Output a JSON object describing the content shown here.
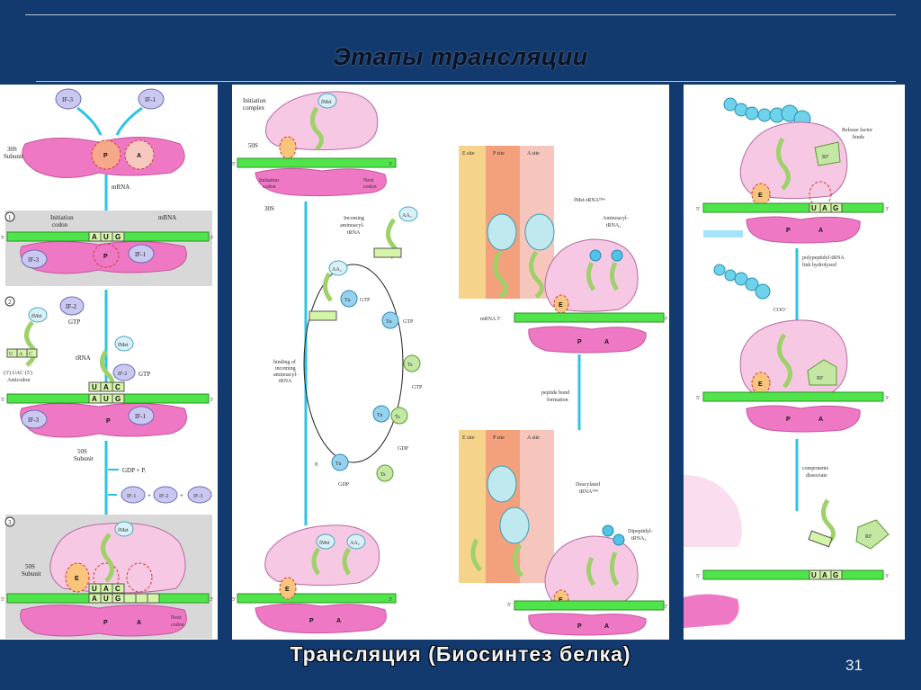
{
  "slide": {
    "title": "Этапы трансляции",
    "subtitle": "Трансляция (Биосинтез белка)",
    "page_number": "31"
  },
  "panel1": {
    "if3": "IF-3",
    "if1": "IF-1",
    "if2": "IF-2",
    "subunit_30s": "30S",
    "subunit_word": "Subunit",
    "subunit_50s": "50S",
    "mrna": "mRNA",
    "initiation_codon": "Initiation",
    "codon_word": "codon",
    "step1": "1",
    "step2": "2",
    "step3": "3",
    "fmet": "fMet",
    "gtp": "GTP",
    "trna": "tRNA",
    "uac_anticodon": "(3') UAC (5')",
    "anticodon": "Anticodon",
    "gdp_pi": "GDP + Pᵢ",
    "plus": "+",
    "next": "Next",
    "p": "P",
    "a": "A",
    "e": "E",
    "five": "5'",
    "three": "3'",
    "aug": [
      "A",
      "U",
      "G"
    ],
    "uac": [
      "U",
      "A",
      "C"
    ]
  },
  "panel2": {
    "initiation": "Initiation",
    "complex": "complex",
    "s50": "50S",
    "s30": "30S",
    "initiation_codon": "Initiation",
    "codon": "codon",
    "next": "Next",
    "incoming1": "Incoming",
    "incoming2": "aminoacyl-",
    "incoming3": "tRNA",
    "aa2": "AA₂",
    "tu": "Tu",
    "ts": "Ts",
    "gtp": "GTP",
    "gdp": "GDP",
    "pi": "Pᵢ",
    "binding1": "binding of",
    "binding2": "incoming",
    "binding3": "aminoacyl-",
    "binding4": "tRNA",
    "e_site": "E site",
    "p_site": "P site",
    "a_site": "A site",
    "fmet_trna": "fMet-tRNAᶠᴹᵉᵗ",
    "aminoacyl1": "Aminoacyl-",
    "aminoacyl2": "tRNA₂",
    "mrna5": "mRNA 5'",
    "peptide1": "peptide bond",
    "peptide2": "formation",
    "deacylated1": "Deacylated",
    "deacylated2": "tRNAᶠᴹᵉᵗ",
    "dipeptidyl1": "Dipeptidyl-",
    "dipeptidyl2": "tRNA₂",
    "fmet": "fMet"
  },
  "panel3": {
    "release1": "Release factor",
    "release2": "binds",
    "rf": "RF",
    "uag": [
      "U",
      "A",
      "G"
    ],
    "hydrolysis1": "polypeptidyl-tRNA",
    "hydrolysis2": "link hydrolyzed",
    "coo": "COO⁻",
    "dissociate1": "components",
    "dissociate2": "dissociate",
    "e": "E",
    "p": "P",
    "a": "A"
  }
}
